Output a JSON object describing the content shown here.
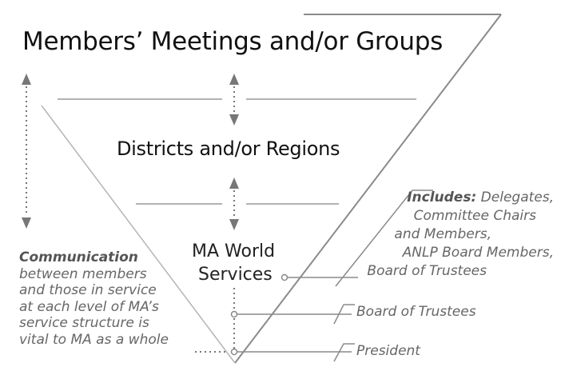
{
  "titles": {
    "top": "Members’ Meetings and/or Groups",
    "middle": "Districts and/or Regions",
    "bottom_line1": "MA World",
    "bottom_line2": "Services"
  },
  "communication": {
    "bold": "Communication",
    "lines": [
      "between members",
      "and those in service",
      "at each level of MA’s",
      "service structure is",
      "vital to MA as a whole"
    ]
  },
  "includes": {
    "bold": "Includes:",
    "first_line_rest": "Delegates,",
    "lines": [
      "Committee Chairs",
      "and Members,",
      "ANLP Board Members,",
      "Board of Trustees"
    ]
  },
  "side_labels": {
    "board": "Board of Trustees",
    "president": "President"
  },
  "colors": {
    "line": "#8a8a8a",
    "text_dark": "#111111",
    "text_gray": "#666666"
  }
}
